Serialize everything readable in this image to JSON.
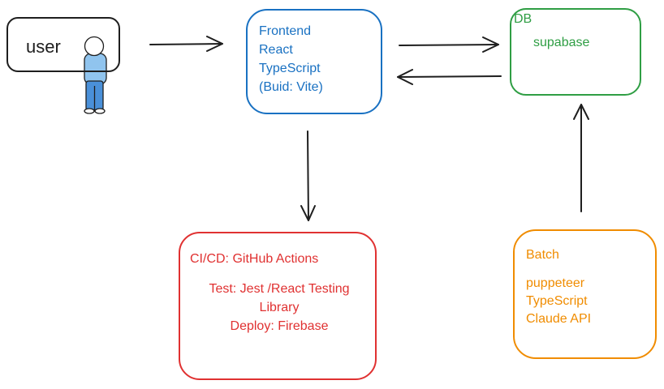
{
  "user": {
    "label": "user"
  },
  "frontend": {
    "lines": [
      "Frontend",
      "React",
      "TypeScript",
      "(Buid: Vite)"
    ]
  },
  "db": {
    "title": "DB",
    "name": "supabase"
  },
  "cicd": {
    "title": "CI/CD: GitHub Actions",
    "lines": [
      "Test: Jest /React Testing",
      "Library",
      "Deploy: Firebase"
    ]
  },
  "batch": {
    "title": "Batch",
    "lines": [
      "puppeteer",
      "TypeScript",
      "Claude API"
    ]
  },
  "colors": {
    "user": "#1e1e1e",
    "frontend": "#1971c2",
    "db": "#2f9e44",
    "cicd": "#e03131",
    "batch": "#f08c00",
    "person_shirt": "#90c4ee",
    "person_pants": "#4a90d9"
  }
}
